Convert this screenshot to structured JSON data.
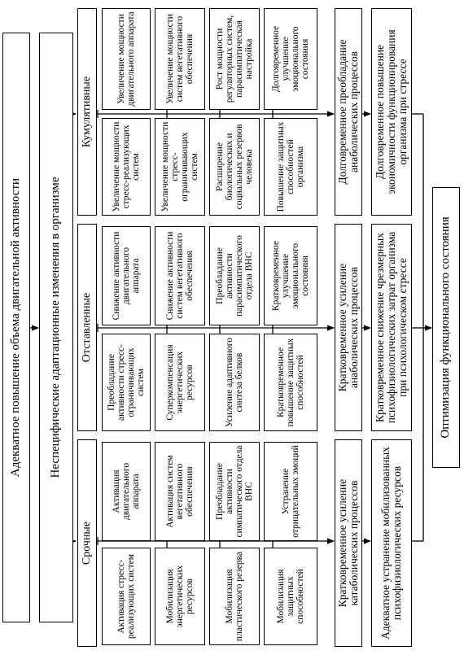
{
  "root": "Адекватное повышение объема двигательной активности",
  "nonspecific": "Неспецифические адаптационные изменения в организме",
  "groups": {
    "urgent": "Срочные",
    "delayed": "Отставленные",
    "cumulative": "Кумулятивные"
  },
  "urgent": {
    "col1": [
      "Активация стресс-реализующих систем",
      "Мобилизация энергетических ресурсов",
      "Мобилизация пластического резерва",
      "Мобилизация защитных способностей"
    ],
    "col2": [
      "Активация двигательного аппарата",
      "Активация систем вегетативного обеспечения",
      "Преобладание активности симпатического отдела ВНС",
      "Устранение отрицательных эмоций"
    ],
    "catabolic": "Кратковременное усиление катаболических процессов",
    "mobilization": "Адекватное устранение мобилизованных психофизиологических ресурсов"
  },
  "delayed": {
    "col1": [
      "Преобладание активности стресс-ограничивающих систем",
      "Суперкомпенсация энергетических ресурсов",
      "Усиление адаптивного синтеза белков",
      "Кратковременное повышение защитных способностей"
    ],
    "col2": [
      "Снижение активности двигательного аппарата",
      "Снижение активности систем вегетативного обеспечения",
      "Преобладание активности парасимпатического отдела ВНС",
      "Кратковременное улучшение эмоционального состояния"
    ],
    "anabolic": "Кратковременное усиление анаболических процессов",
    "reduction": "Кратковременное снижение чрезмерных психофизиологических затрат организма при психологическом стрессе"
  },
  "cumulative": {
    "col1": [
      "Увеличение мощности стресс-реализующих систем",
      "Увеличение мощности стресс-ограничивающих систем",
      "Расширение биологических и социальных резервов человека",
      "Повышение защитных способностей организма"
    ],
    "col2": [
      "Увеличение мощности двигательного аппарата",
      "Увеличение мощности систем вегетативного обеспечения",
      "Рост мощности регуляторных систем, парасимпатическая настройка",
      "Долговременное улучшение эмоционального состояния"
    ],
    "anabolic": "Долговременное преобладание анаболических процессов",
    "economy": "Долговременное повышение экономичности функционирования организма при стрессе"
  },
  "result": "Оптимизация функционального состояния"
}
